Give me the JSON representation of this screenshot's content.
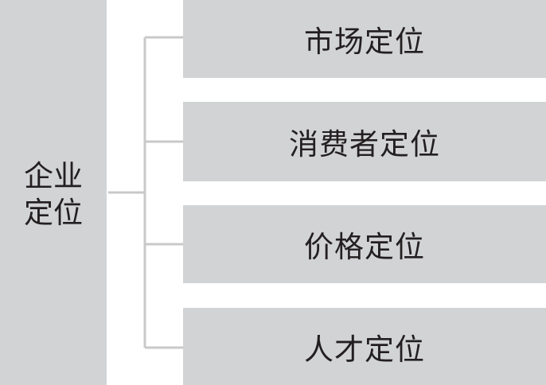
{
  "root": {
    "label": "企业定位"
  },
  "children": [
    {
      "label": "市场定位"
    },
    {
      "label": "消费者定位"
    },
    {
      "label": "价格定位"
    },
    {
      "label": "人才定位"
    }
  ],
  "colors": {
    "box_fill": "#d2d3d5",
    "line": "#c9c9c9",
    "text": "#231f20"
  }
}
